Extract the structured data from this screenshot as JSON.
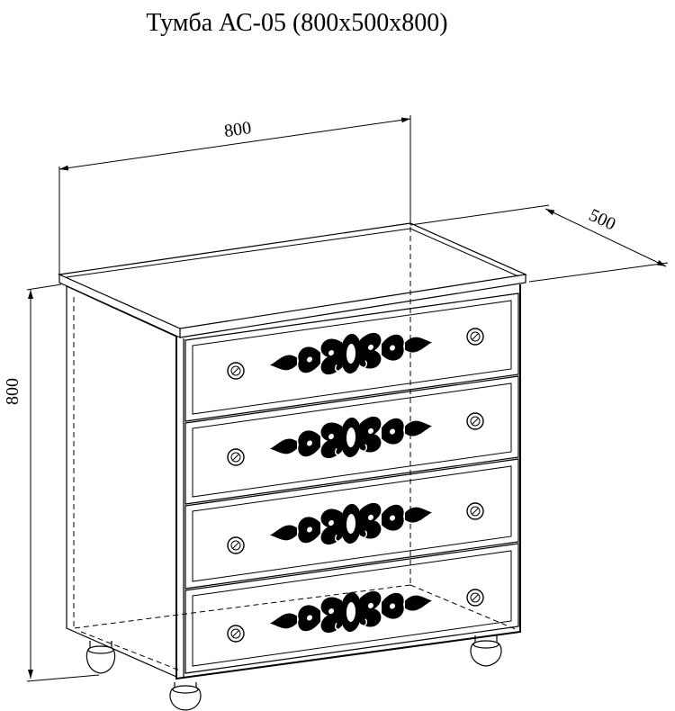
{
  "title": "Тумба АС-05 (800х500х800)",
  "dimensions": {
    "width": "800",
    "depth": "500",
    "height": "800"
  },
  "colors": {
    "line": "#000000",
    "background": "#ffffff"
  },
  "drawers": [
    {
      "name": "drawer-1"
    },
    {
      "name": "drawer-2"
    },
    {
      "name": "drawer-3"
    },
    {
      "name": "drawer-4"
    }
  ]
}
